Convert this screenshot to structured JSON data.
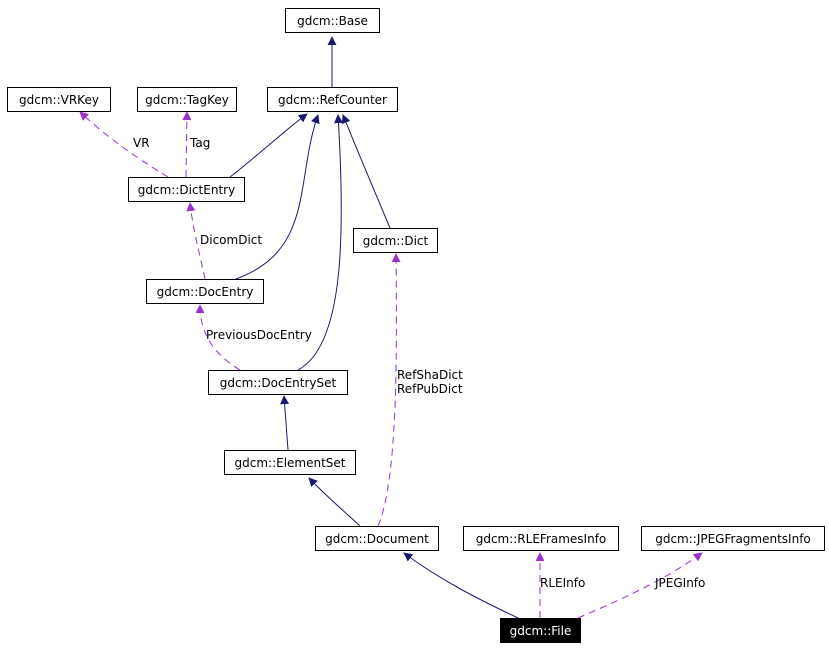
{
  "colors": {
    "inheritance": "#191970",
    "usage": "#9a32cd",
    "node_border": "#000000"
  },
  "nodes": {
    "base": "gdcm::Base",
    "vrkey": "gdcm::VRKey",
    "tagkey": "gdcm::TagKey",
    "refcounter": "gdcm::RefCounter",
    "dictentry": "gdcm::DictEntry",
    "dict": "gdcm::Dict",
    "docentry": "gdcm::DocEntry",
    "docentryset": "gdcm::DocEntrySet",
    "elementset": "gdcm::ElementSet",
    "document": "gdcm::Document",
    "rleframesinfo": "gdcm::RLEFramesInfo",
    "jpegfragmentsinfo": "gdcm::JPEGFragmentsInfo",
    "file": "gdcm::File"
  },
  "edge_labels": {
    "vr": "VR",
    "tag": "Tag",
    "dicomdict": "DicomDict",
    "previousdocentry": "PreviousDocEntry",
    "refshadict": "RefShaDict",
    "refpubdict": "RefPubDict",
    "rleinfo": "RLEInfo",
    "jpeginfo": "JPEGInfo"
  }
}
